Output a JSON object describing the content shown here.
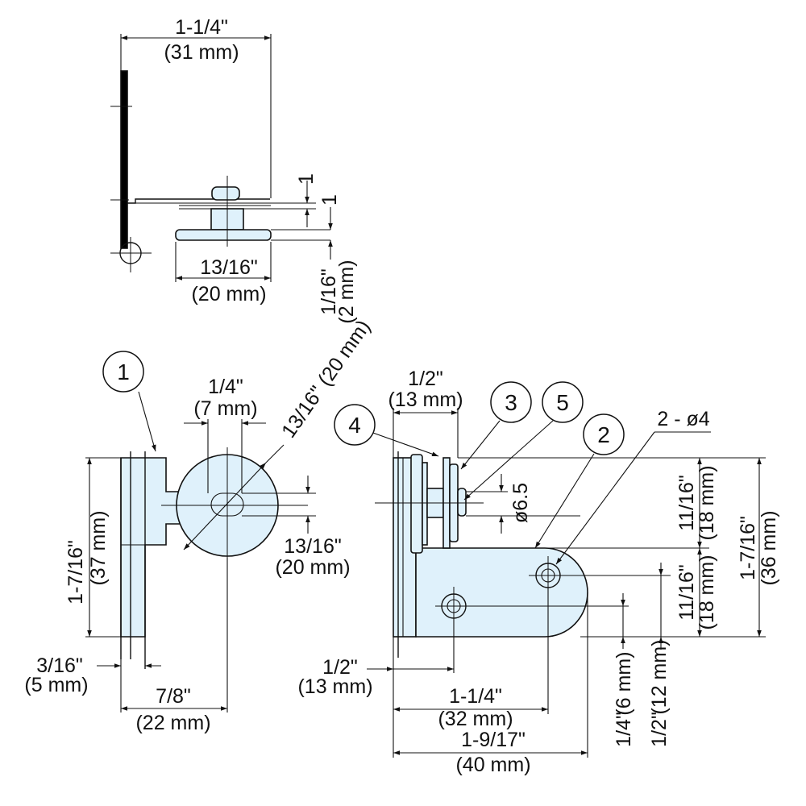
{
  "colors": {
    "part_fill": "#dff1fb",
    "line": "#111111",
    "background": "#ffffff"
  },
  "top_view": {
    "width_in": "1-1/4\"",
    "width_mm": "(31 mm)",
    "gap_a": "1",
    "gap_b": "1",
    "base_in": "13/16\"",
    "base_mm": "(20 mm)",
    "thick_in": "1/16\"",
    "thick_mm": "(2 mm)"
  },
  "side_view": {
    "disc_diam": "13/16\" (20 mm)",
    "slot_in": "1/4\"",
    "slot_mm": "(7 mm)",
    "height_in": "1-7/16\"",
    "height_mm": "(37 mm)",
    "offset_in": "13/16\"",
    "offset_mm": "(20 mm)",
    "plate_in": "3/16\"",
    "plate_mm": "(5 mm)",
    "reach_in": "7/8\"",
    "reach_mm": "(22 mm)"
  },
  "front_view": {
    "top_in": "1/2\"",
    "top_mm": "(13 mm)",
    "hole_spec": "2 - ø4",
    "pin_diam": "ø6.5",
    "upper_in": "11/16\"",
    "upper_mm": "(18 mm)",
    "lower_in": "11/16\"",
    "lower_mm": "(18 mm)",
    "total_in": "1-7/16\"",
    "total_mm": "(36 mm)",
    "hole1_in": "1/4\"",
    "hole1_mm": "(6 mm)",
    "hole2_in": "1/2\"",
    "hole2_mm": "(12 mm)",
    "left_in": "1/2\"",
    "left_mm": "(13 mm)",
    "mid_in": "1-1/4\"",
    "mid_mm": "(32 mm)",
    "width_in": "1-9/17\"",
    "width_mm": "(40 mm)"
  },
  "callouts": [
    "1",
    "2",
    "3",
    "4",
    "5"
  ]
}
